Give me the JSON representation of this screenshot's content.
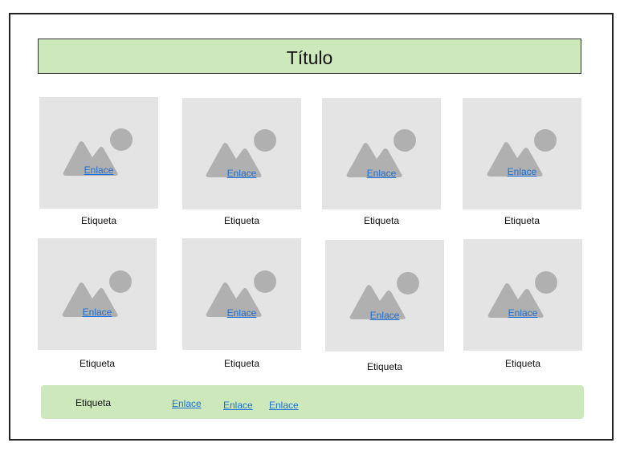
{
  "title": "Título",
  "tiles": [
    {
      "link": "Enlace",
      "label": "Etiqueta"
    },
    {
      "link": "Enlace",
      "label": "Etiqueta"
    },
    {
      "link": "Enlace",
      "label": "Etiqueta"
    },
    {
      "link": "Enlace",
      "label": "Etiqueta"
    },
    {
      "link": "Enlace",
      "label": "Etiqueta"
    },
    {
      "link": "Enlace",
      "label": "Etiqueta"
    },
    {
      "link": "Enlace",
      "label": "Etiqueta"
    },
    {
      "link": "Enlace",
      "label": "Etiqueta"
    }
  ],
  "footer": {
    "label": "Etiqueta",
    "links": [
      "Enlace",
      "Enlace",
      "Enlace"
    ]
  },
  "colors": {
    "bar_background": "#cde8bb",
    "image_placeholder": "#e4e4e4",
    "icon": "#b0b0b0",
    "link": "#1a6fd8"
  },
  "icons": {
    "tile_image": "image-placeholder-icon"
  }
}
